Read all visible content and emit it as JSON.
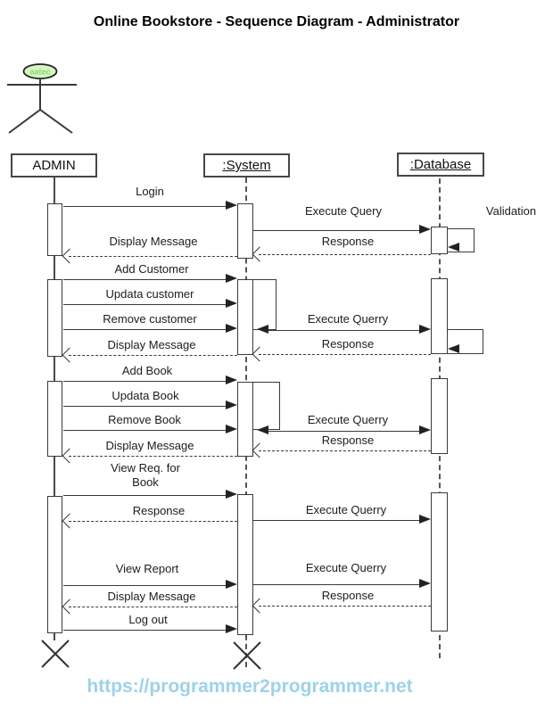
{
  "title": "Online Bookstore - Sequence Diagram - Administrator",
  "actor": {
    "watermark": "aatec",
    "head_fill": "#d8f3c4",
    "watermark_color": "#7cd65a"
  },
  "participants": [
    {
      "id": "admin",
      "label": "ADMIN"
    },
    {
      "id": "system",
      "label": ":System"
    },
    {
      "id": "database",
      "label": ":Database"
    }
  ],
  "messages": [
    {
      "label": "Login",
      "from": "admin",
      "to": "system",
      "style": "solid"
    },
    {
      "label": "Execute Query",
      "from": "system",
      "to": "database",
      "style": "solid"
    },
    {
      "label": "Validation",
      "from": "database",
      "to": "database",
      "style": "self-note"
    },
    {
      "label": "Response",
      "from": "database",
      "to": "system",
      "style": "dashed"
    },
    {
      "label": "Display Message",
      "from": "system",
      "to": "admin",
      "style": "dashed"
    },
    {
      "label": "Add Customer",
      "from": "admin",
      "to": "system",
      "style": "solid"
    },
    {
      "label": "Updata customer",
      "from": "admin",
      "to": "system",
      "style": "solid"
    },
    {
      "label": "Remove customer",
      "from": "admin",
      "to": "system",
      "style": "solid"
    },
    {
      "label": "Execute Querry",
      "from": "system",
      "to": "database",
      "style": "solid"
    },
    {
      "label": "Response",
      "from": "database",
      "to": "system",
      "style": "dashed"
    },
    {
      "label": "Display Message",
      "from": "system",
      "to": "admin",
      "style": "dashed"
    },
    {
      "label": "Add Book",
      "from": "admin",
      "to": "system",
      "style": "solid"
    },
    {
      "label": "Updata Book",
      "from": "admin",
      "to": "system",
      "style": "solid"
    },
    {
      "label": "Remove Book",
      "from": "admin",
      "to": "system",
      "style": "solid"
    },
    {
      "label": "Execute Querry",
      "from": "system",
      "to": "database",
      "style": "solid"
    },
    {
      "label": "Response",
      "from": "database",
      "to": "system",
      "style": "dashed"
    },
    {
      "label": "Display Message",
      "from": "system",
      "to": "admin",
      "style": "dashed"
    },
    {
      "label": "View Req. for Book",
      "lines": [
        "View Req. for",
        "Book"
      ],
      "from": "admin",
      "to": "system",
      "style": "solid"
    },
    {
      "label": "Response",
      "from": "system",
      "to": "admin",
      "style": "dashed"
    },
    {
      "label": "Execute Querry",
      "from": "system",
      "to": "database",
      "style": "solid"
    },
    {
      "label": "View Report",
      "from": "admin",
      "to": "system",
      "style": "solid"
    },
    {
      "label": "Execute Querry",
      "from": "system",
      "to": "database",
      "style": "solid"
    },
    {
      "label": "Display Message",
      "from": "system",
      "to": "admin",
      "style": "dashed"
    },
    {
      "label": "Response",
      "from": "database",
      "to": "system",
      "style": "dashed"
    },
    {
      "label": "Log out",
      "from": "admin",
      "to": "system",
      "style": "solid"
    }
  ],
  "footer": {
    "url": "https://programmer2programmer.net",
    "color": "#9ed2e8"
  },
  "colors": {
    "line": "#3a3a3a",
    "box_border": "#474747",
    "text": "#1c1c1c"
  }
}
